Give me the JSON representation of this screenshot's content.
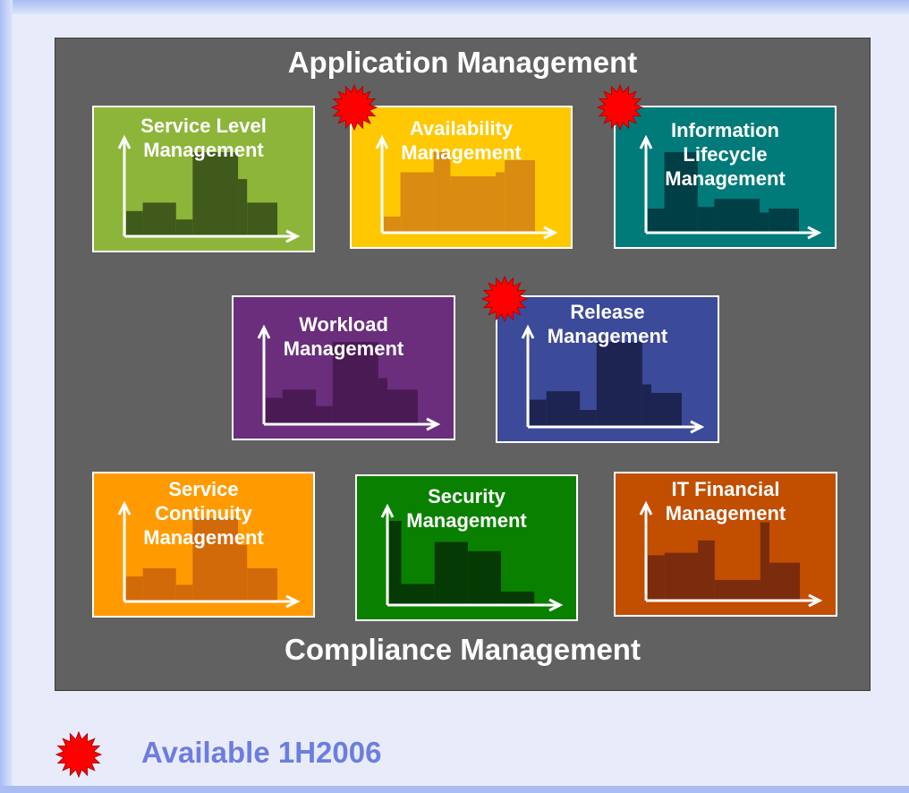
{
  "diagram": {
    "outer_title": "Application Management",
    "bottom_title": "Compliance Management",
    "cards": [
      {
        "id": "slm",
        "title": "Service Level\nManagement",
        "color": "#8db53a",
        "bar_color": "#3f5a1a",
        "starred": false
      },
      {
        "id": "avail",
        "title": "Availability\nManagement",
        "color": "#ffc800",
        "bar_color": "#d98b12",
        "starred": true
      },
      {
        "id": "ilm",
        "title": "Information\nLifecycle\nManagement",
        "color": "#007b7a",
        "bar_color": "#003f45",
        "starred": true
      },
      {
        "id": "wl",
        "title": "Workload\nManagement",
        "color": "#6a2e7c",
        "bar_color": "#4a1a55",
        "starred": false
      },
      {
        "id": "rel",
        "title": "Release\nManagement",
        "color": "#3c4a9a",
        "bar_color": "#1d2452",
        "starred": true
      },
      {
        "id": "scm",
        "title": "Service\nContinuity\nManagement",
        "color": "#ff9b00",
        "bar_color": "#d26a0a",
        "starred": false
      },
      {
        "id": "sec",
        "title": "Security\nManagement",
        "color": "#0a8000",
        "bar_color": "#053a05",
        "starred": false
      },
      {
        "id": "itf",
        "title": "IT Financial\nManagement",
        "color": "#c24e00",
        "bar_color": "#7a2c0c",
        "starred": false
      }
    ],
    "bar_heights": {
      "slm": [
        0.3,
        0.4,
        0.2,
        1.0,
        0.68,
        0.4
      ],
      "avail": [
        0.2,
        0.75,
        1.0,
        0.7,
        0.75,
        0.9
      ],
      "ilm": [
        0.3,
        1.0,
        0.32,
        0.42,
        0.25,
        0.3
      ],
      "wl": [
        0.32,
        0.42,
        0.22,
        1.0,
        0.56,
        0.42
      ],
      "rel": [
        0.32,
        0.42,
        0.2,
        1.0,
        0.5,
        0.4
      ],
      "scm": [
        0.3,
        0.4,
        0.2,
        1.0,
        0.68,
        0.4
      ],
      "sec": [
        1.0,
        0.25,
        0.75,
        0.64,
        0.16
      ],
      "itf": [
        0.55,
        0.58,
        0.73,
        0.25,
        0.95,
        0.46
      ]
    },
    "legend": {
      "label": "Available 1H2006",
      "star_color": "#ff0000"
    }
  }
}
